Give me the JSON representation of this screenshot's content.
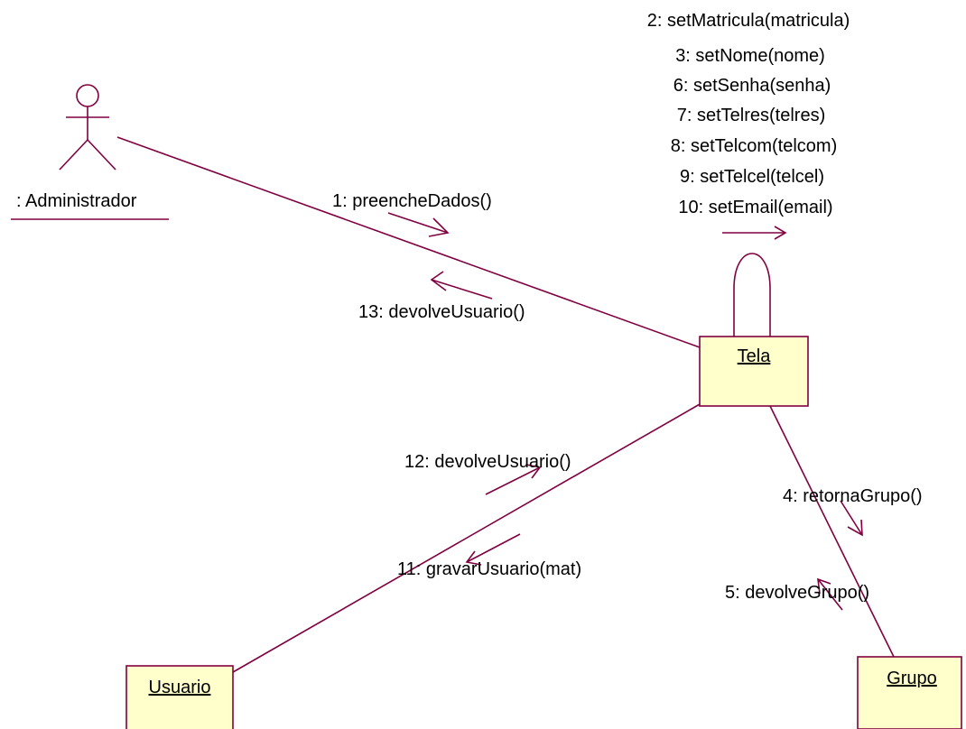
{
  "diagram": {
    "colors": {
      "line": "#800040",
      "object_fill": "#ffffcc",
      "object_border": "#800040",
      "text": "#000000",
      "background": "#ffffff"
    },
    "actor": {
      "label": ": Administrador",
      "icon": "stick-figure-actor-icon"
    },
    "objects": {
      "tela": {
        "label": "Tela"
      },
      "usuario": {
        "label": "Usuario"
      },
      "grupo": {
        "label": "Grupo"
      }
    },
    "messages": {
      "self_loop": [
        "2: setMatricula(matricula)",
        "3: setNome(nome)",
        "6: setSenha(senha)",
        "7: setTelres(telres)",
        "8: setTelcom(telcom)",
        "9: setTelcel(telcel)",
        "10: setEmail(email)"
      ],
      "m1": "1: preencheDados()",
      "m13": "13: devolveUsuario()",
      "m12": "12: devolveUsuario()",
      "m11": "11: gravarUsuario(mat)",
      "m4": "4: retornaGrupo()",
      "m5": "5: devolveGrupo()"
    }
  }
}
